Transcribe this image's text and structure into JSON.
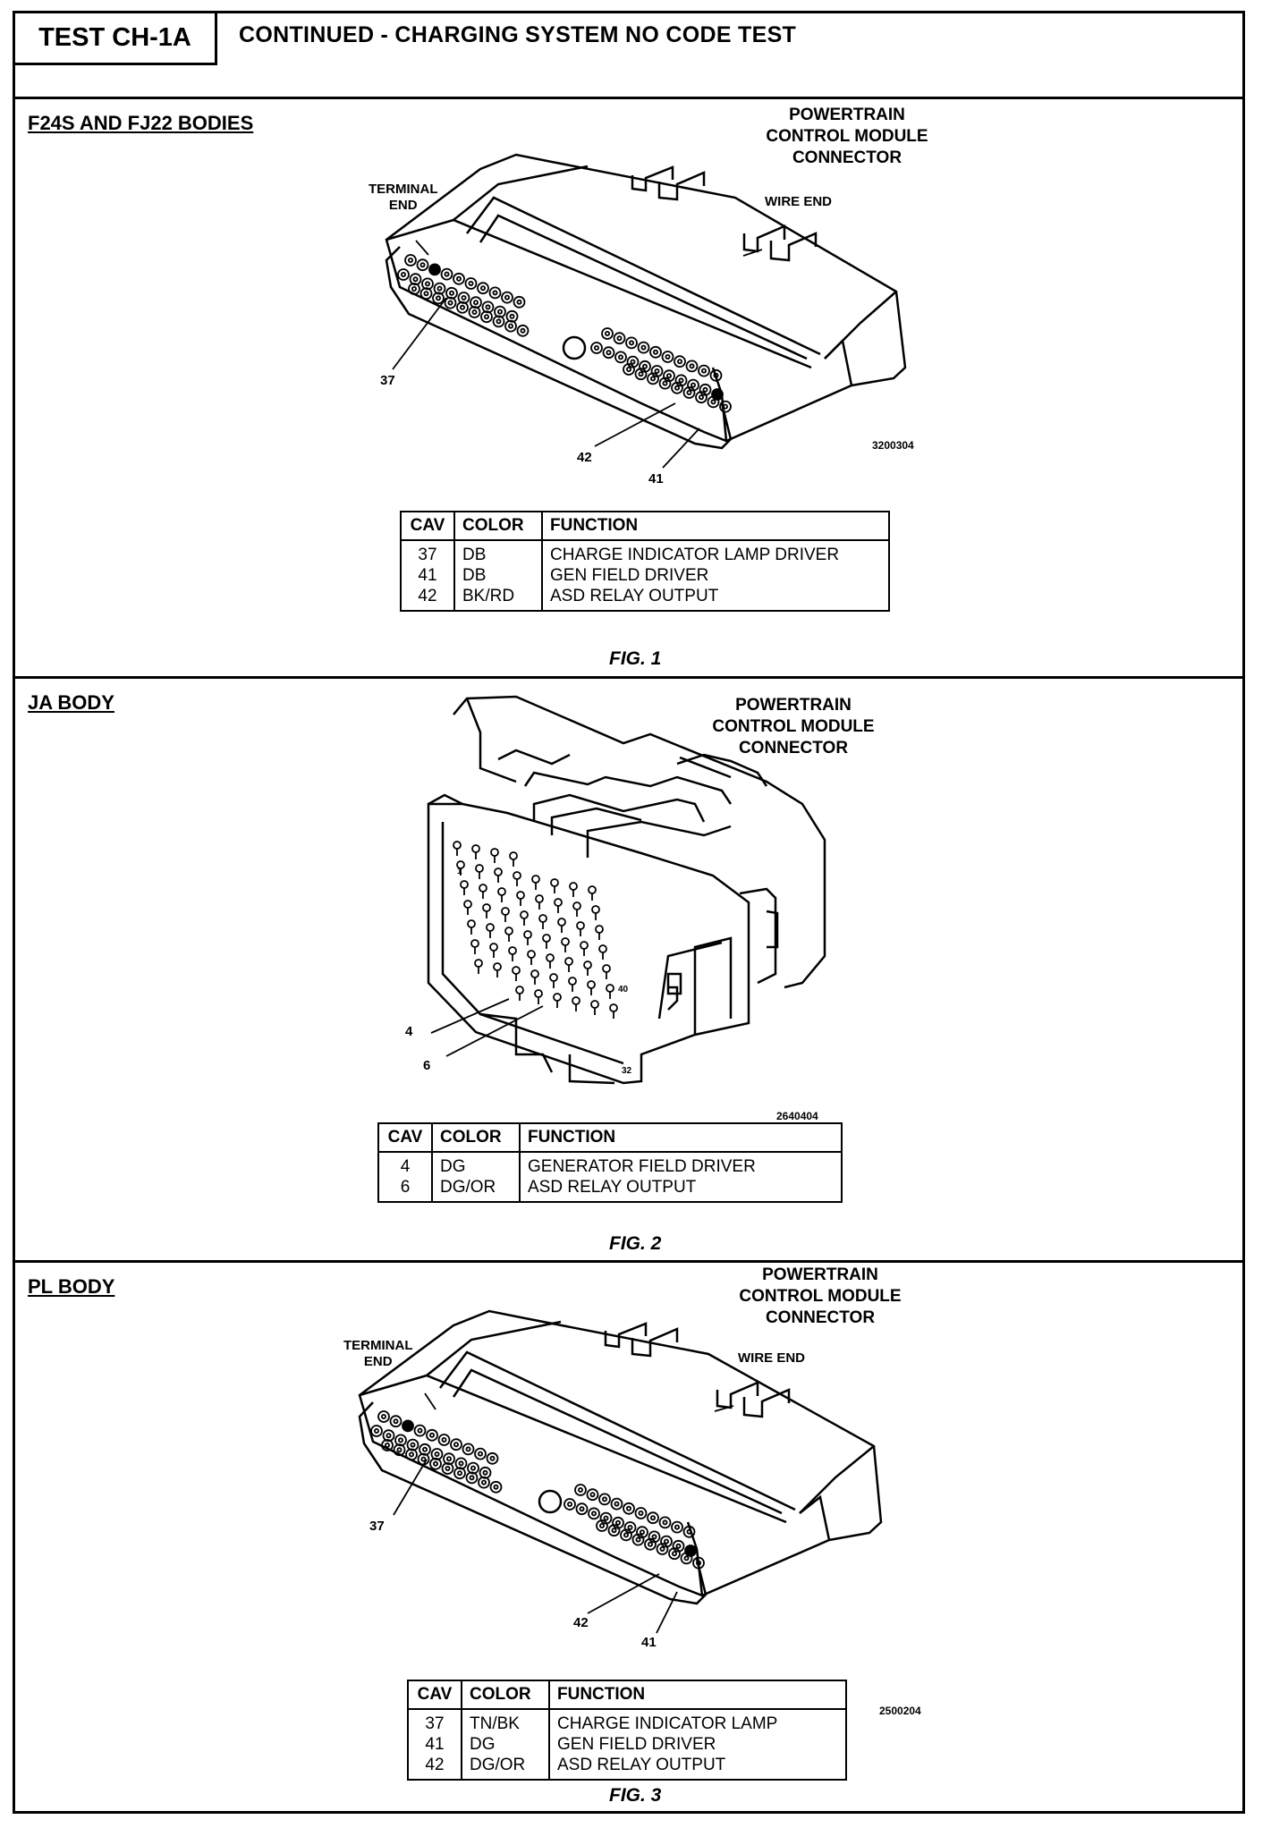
{
  "header": {
    "test_id": "TEST CH-1A",
    "title": "CONTINUED - CHARGING SYSTEM NO CODE TEST"
  },
  "sections": [
    {
      "title": "F24S AND FJ22 BODIES",
      "connector_label": [
        "POWERTRAIN",
        "CONTROL MODULE",
        "CONNECTOR"
      ],
      "terminal_label": [
        "TERMINAL",
        "END"
      ],
      "wire_label": "WIRE  END",
      "callouts": [
        "37",
        "42",
        "41"
      ],
      "figure_id": "3200304",
      "table": {
        "headers": [
          "CAV",
          "COLOR",
          "FUNCTION"
        ],
        "rows": [
          [
            "37",
            "DB",
            "CHARGE INDICATOR LAMP DRIVER"
          ],
          [
            "41",
            "DB",
            "GEN FIELD DRIVER"
          ],
          [
            "42",
            "BK/RD",
            "ASD RELAY OUTPUT"
          ]
        ]
      },
      "caption": "FIG. 1"
    },
    {
      "title": "JA BODY",
      "connector_label": [
        "POWERTRAIN",
        "CONTROL MODULE",
        "CONNECTOR"
      ],
      "callouts": [
        "4",
        "6"
      ],
      "figure_id": "2640404",
      "table": {
        "headers": [
          "CAV",
          "COLOR",
          "FUNCTION"
        ],
        "rows": [
          [
            "4",
            "DG",
            "GENERATOR FIELD DRIVER"
          ],
          [
            "6",
            "DG/OR",
            "ASD RELAY OUTPUT"
          ]
        ]
      },
      "caption": "FIG. 2"
    },
    {
      "title": "PL BODY",
      "connector_label": [
        "POWERTRAIN",
        "CONTROL MODULE",
        "CONNECTOR"
      ],
      "terminal_label": [
        "TERMINAL",
        "END"
      ],
      "wire_label": "WIRE  END",
      "callouts": [
        "37",
        "42",
        "41"
      ],
      "figure_id": "2500204",
      "table": {
        "headers": [
          "CAV",
          "COLOR",
          "FUNCTION"
        ],
        "rows": [
          [
            "37",
            "TN/BK",
            "CHARGE INDICATOR LAMP"
          ],
          [
            "41",
            "DG",
            "GEN FIELD DRIVER"
          ],
          [
            "42",
            "DG/OR",
            "ASD RELAY OUTPUT"
          ]
        ]
      },
      "caption": "FIG. 3"
    }
  ]
}
